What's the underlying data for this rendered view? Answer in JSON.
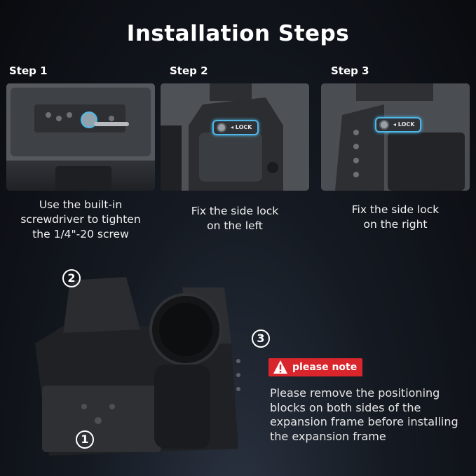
{
  "title": "Installation Steps",
  "steps": [
    {
      "label": "Step 1",
      "caption": [
        "Use the built-in",
        "screwdriver to tighten",
        "the 1/4\"-20 screw"
      ]
    },
    {
      "label": "Step 2",
      "caption": [
        "Fix the side lock",
        "on the left"
      ],
      "lock": "◂ LOCK"
    },
    {
      "label": "Step 3",
      "caption": [
        "Fix the side lock",
        "on the right"
      ],
      "lock": "◂ LOCK"
    }
  ],
  "callouts": [
    "2",
    "3",
    "1"
  ],
  "note": {
    "badge": "please note",
    "text": [
      "Please remove the positioning",
      "blocks on both sides of the",
      "expansion frame before installing",
      "the expansion frame"
    ]
  },
  "colors": {
    "accent_red": "#d9262c",
    "accent_blue": "#4fb7e8"
  },
  "icons": {
    "warning": "warning-icon"
  }
}
